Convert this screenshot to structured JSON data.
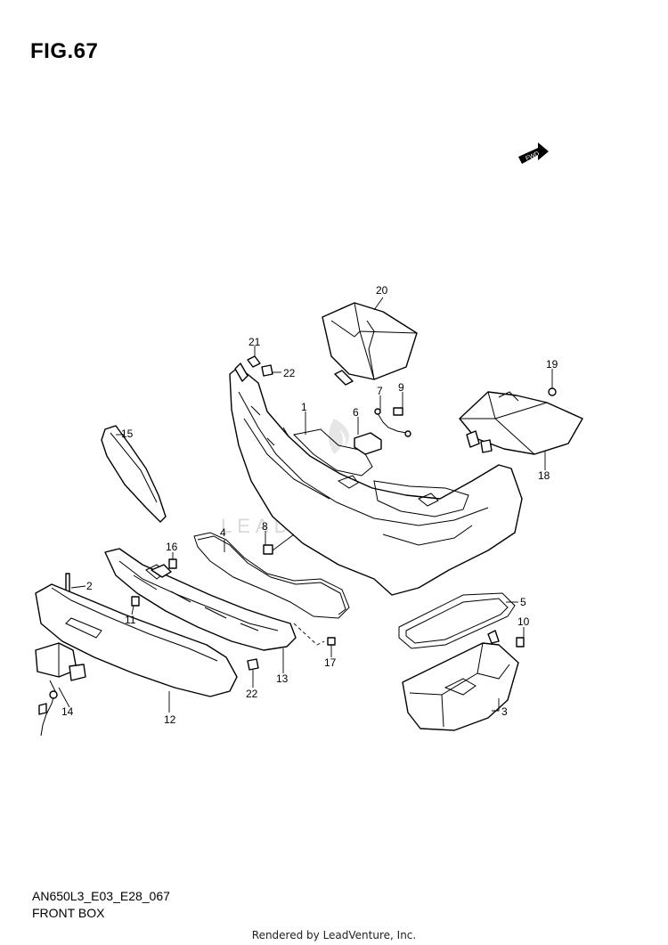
{
  "figure": {
    "title": "FIG.67",
    "code": "AN650L3_E03_E28_067",
    "name": "FRONT BOX",
    "rendered_by": "Rendered by LeadVenture, Inc.",
    "watermark": "LEADVENTURE",
    "fwd_label": "FWD"
  },
  "callouts": {
    "c1": "1",
    "c2": "2",
    "c3": "3",
    "c4": "4",
    "c5": "5",
    "c6": "6",
    "c7": "7",
    "c8": "8",
    "c9": "9",
    "c10": "10",
    "c11": "11",
    "c12": "12",
    "c13": "13",
    "c14": "14",
    "c15": "15",
    "c16": "16",
    "c17": "17",
    "c18": "18",
    "c19": "19",
    "c20": "20",
    "c21": "21",
    "c22a": "22",
    "c22b": "22"
  }
}
